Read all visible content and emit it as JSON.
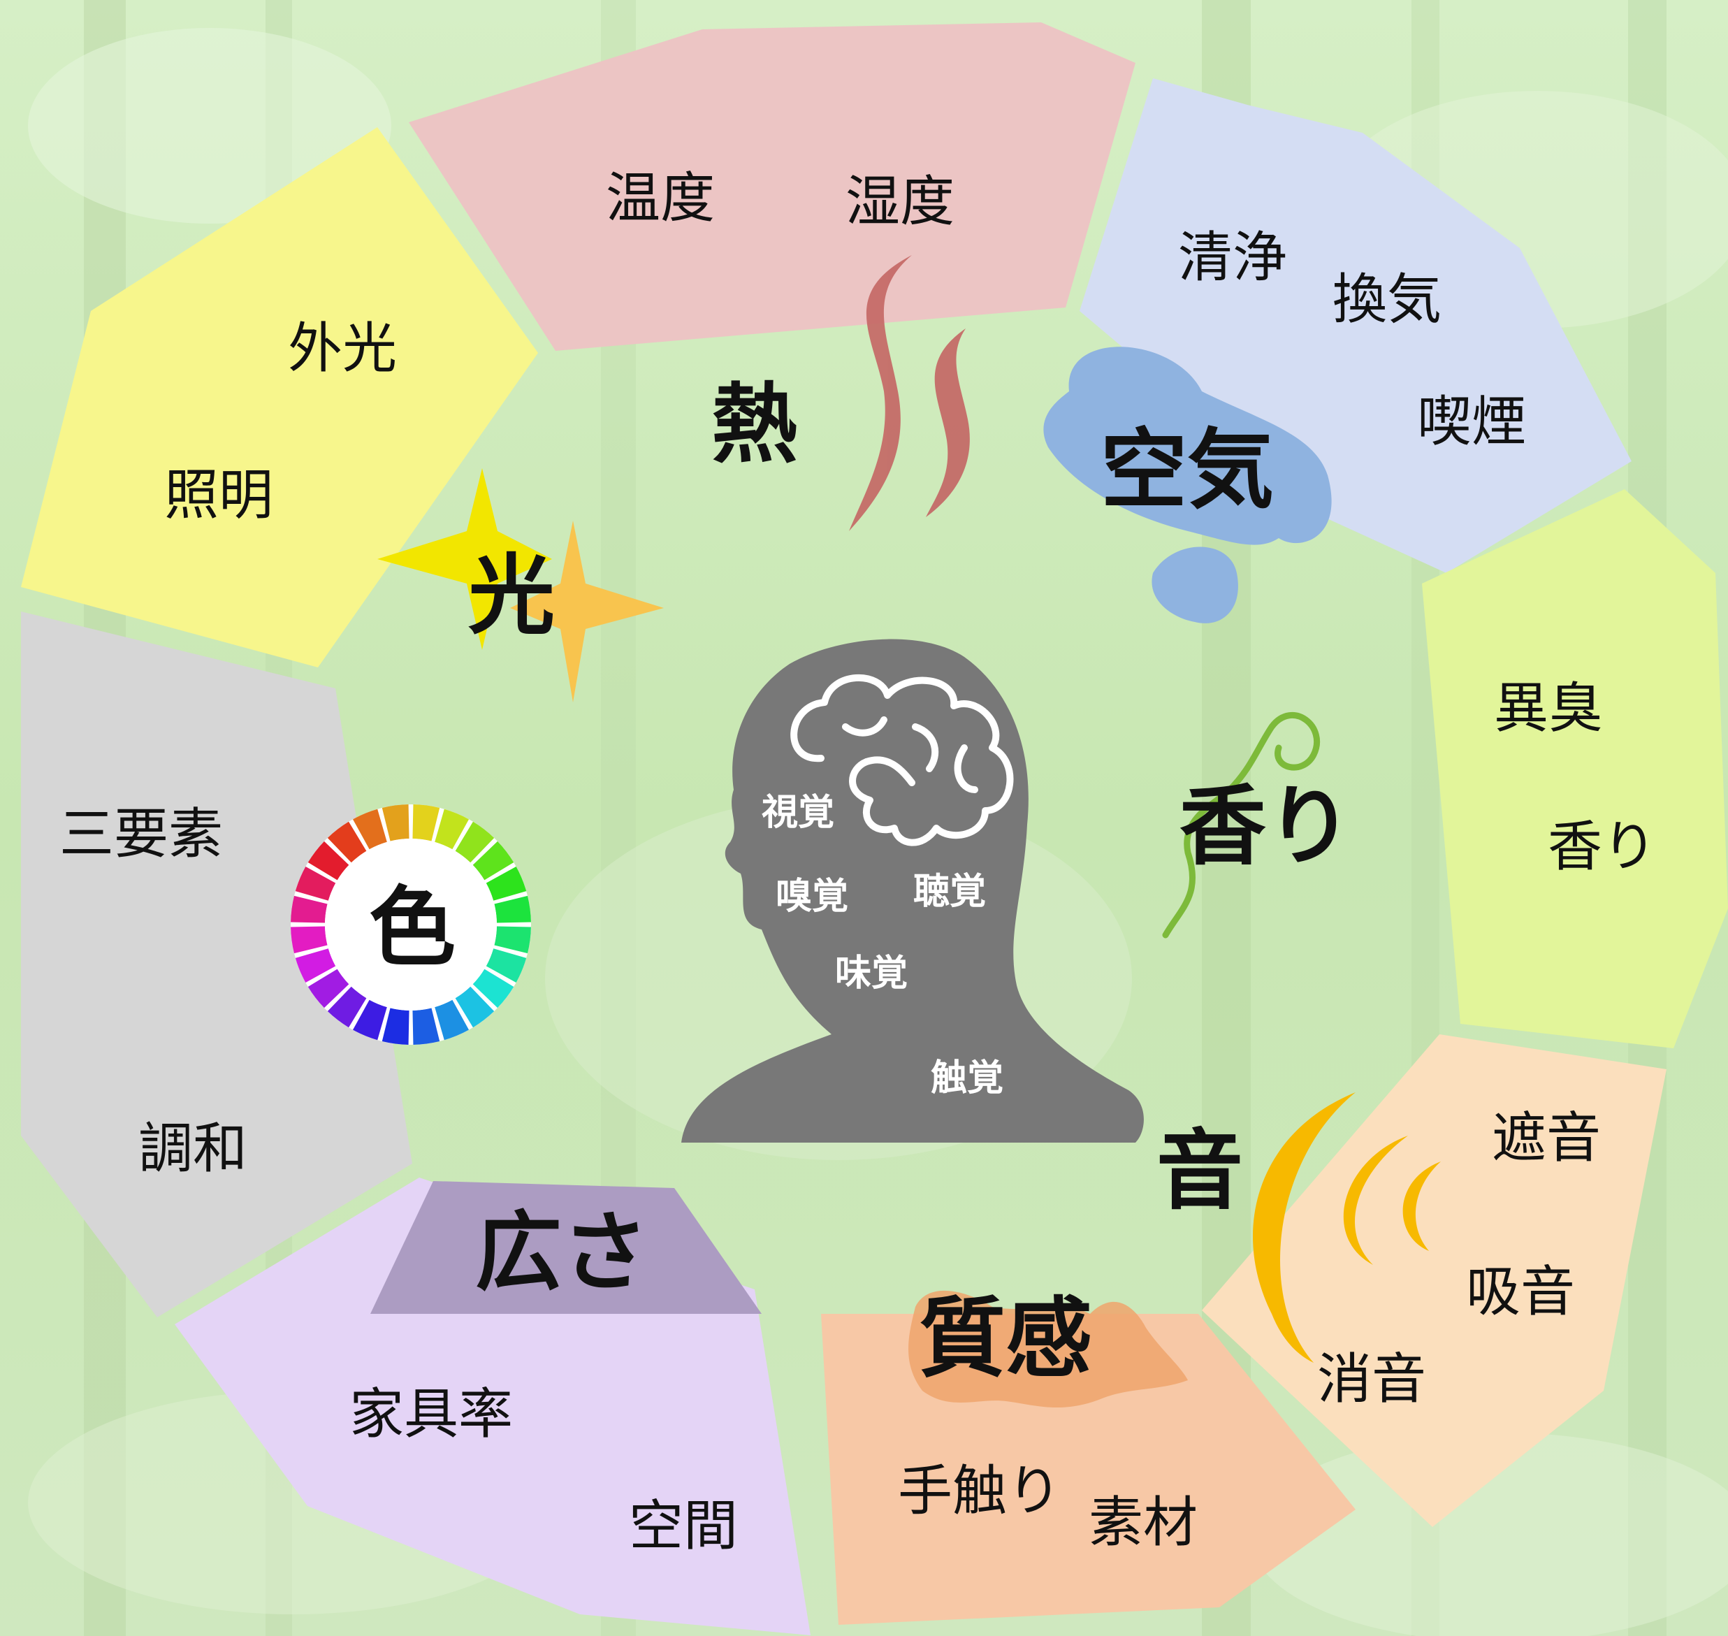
{
  "colors": {
    "background": "#c9e6b6",
    "heat": "#ecc5c4",
    "air": "#d4ddf3",
    "scent": "#e2f59a",
    "sound": "#fbdfbd",
    "texture": "#f7c8a6",
    "space": "#e4d4f6",
    "color": "#d6d6d6",
    "light": "#f7f68c",
    "head": "#787878"
  },
  "center": {
    "senses": [
      "視覚",
      "嗅覚",
      "聴覚",
      "味覚",
      "触覚"
    ]
  },
  "categories": [
    {
      "id": "heat",
      "title": "熱",
      "icon": "steam-icon",
      "items": [
        "温度",
        "湿度"
      ]
    },
    {
      "id": "air",
      "title": "空気",
      "icon": "cloud-icon",
      "items": [
        "清浄",
        "換気",
        "喫煙"
      ]
    },
    {
      "id": "scent",
      "title": "香り",
      "icon": "vine-icon",
      "items": [
        "異臭",
        "香り"
      ]
    },
    {
      "id": "sound",
      "title": "音",
      "icon": "sound-wave-icon",
      "items": [
        "遮音",
        "吸音",
        "消音"
      ]
    },
    {
      "id": "texture",
      "title": "質感",
      "icon": "splash-icon",
      "items": [
        "手触り",
        "素材"
      ]
    },
    {
      "id": "space",
      "title": "広さ",
      "icon": "trapezoid-icon",
      "items": [
        "家具率",
        "空間"
      ]
    },
    {
      "id": "color",
      "title": "色",
      "icon": "color-wheel-icon",
      "items": [
        "三要素",
        "調和"
      ]
    },
    {
      "id": "light",
      "title": "光",
      "icon": "sparkle-icon",
      "items": [
        "外光",
        "照明"
      ]
    }
  ]
}
